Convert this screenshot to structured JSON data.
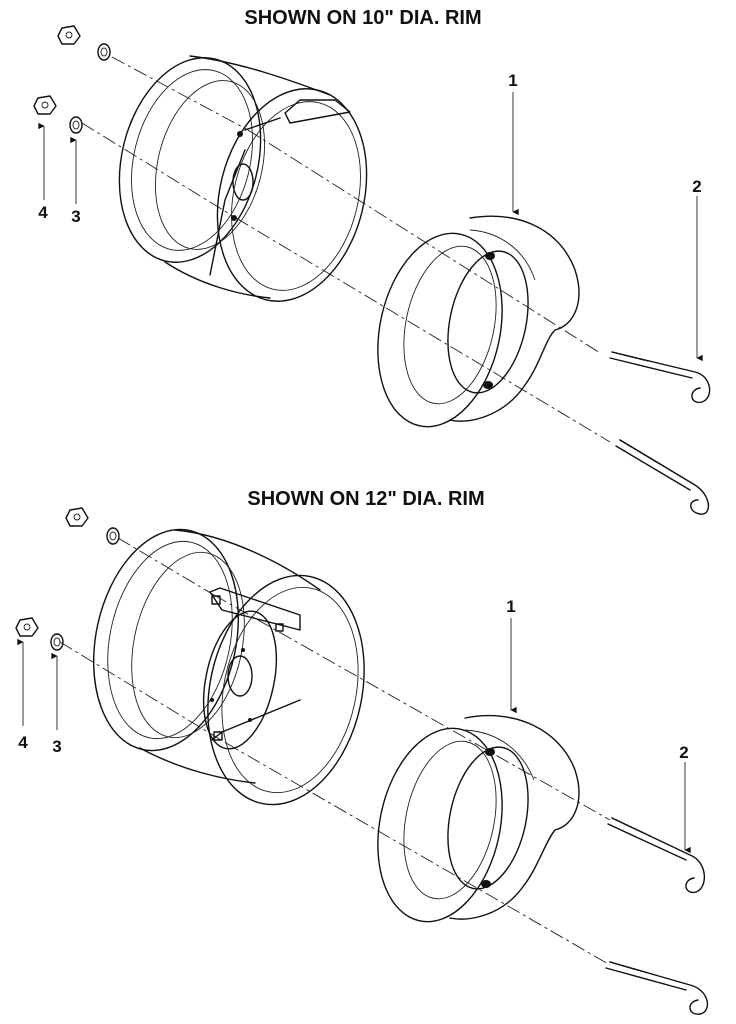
{
  "top_section": {
    "title": "SHOWN ON 10\" DIA. RIM",
    "callouts": [
      "1",
      "2",
      "3",
      "4"
    ]
  },
  "bottom_section": {
    "title": "SHOWN ON 12\" DIA. RIM",
    "callouts": [
      "1",
      "2",
      "3",
      "4"
    ]
  },
  "icons": [
    "wheel-rim-icon",
    "wheel-weight-icon",
    "j-bolt-icon",
    "lock-washer-icon",
    "hex-nut-icon"
  ]
}
